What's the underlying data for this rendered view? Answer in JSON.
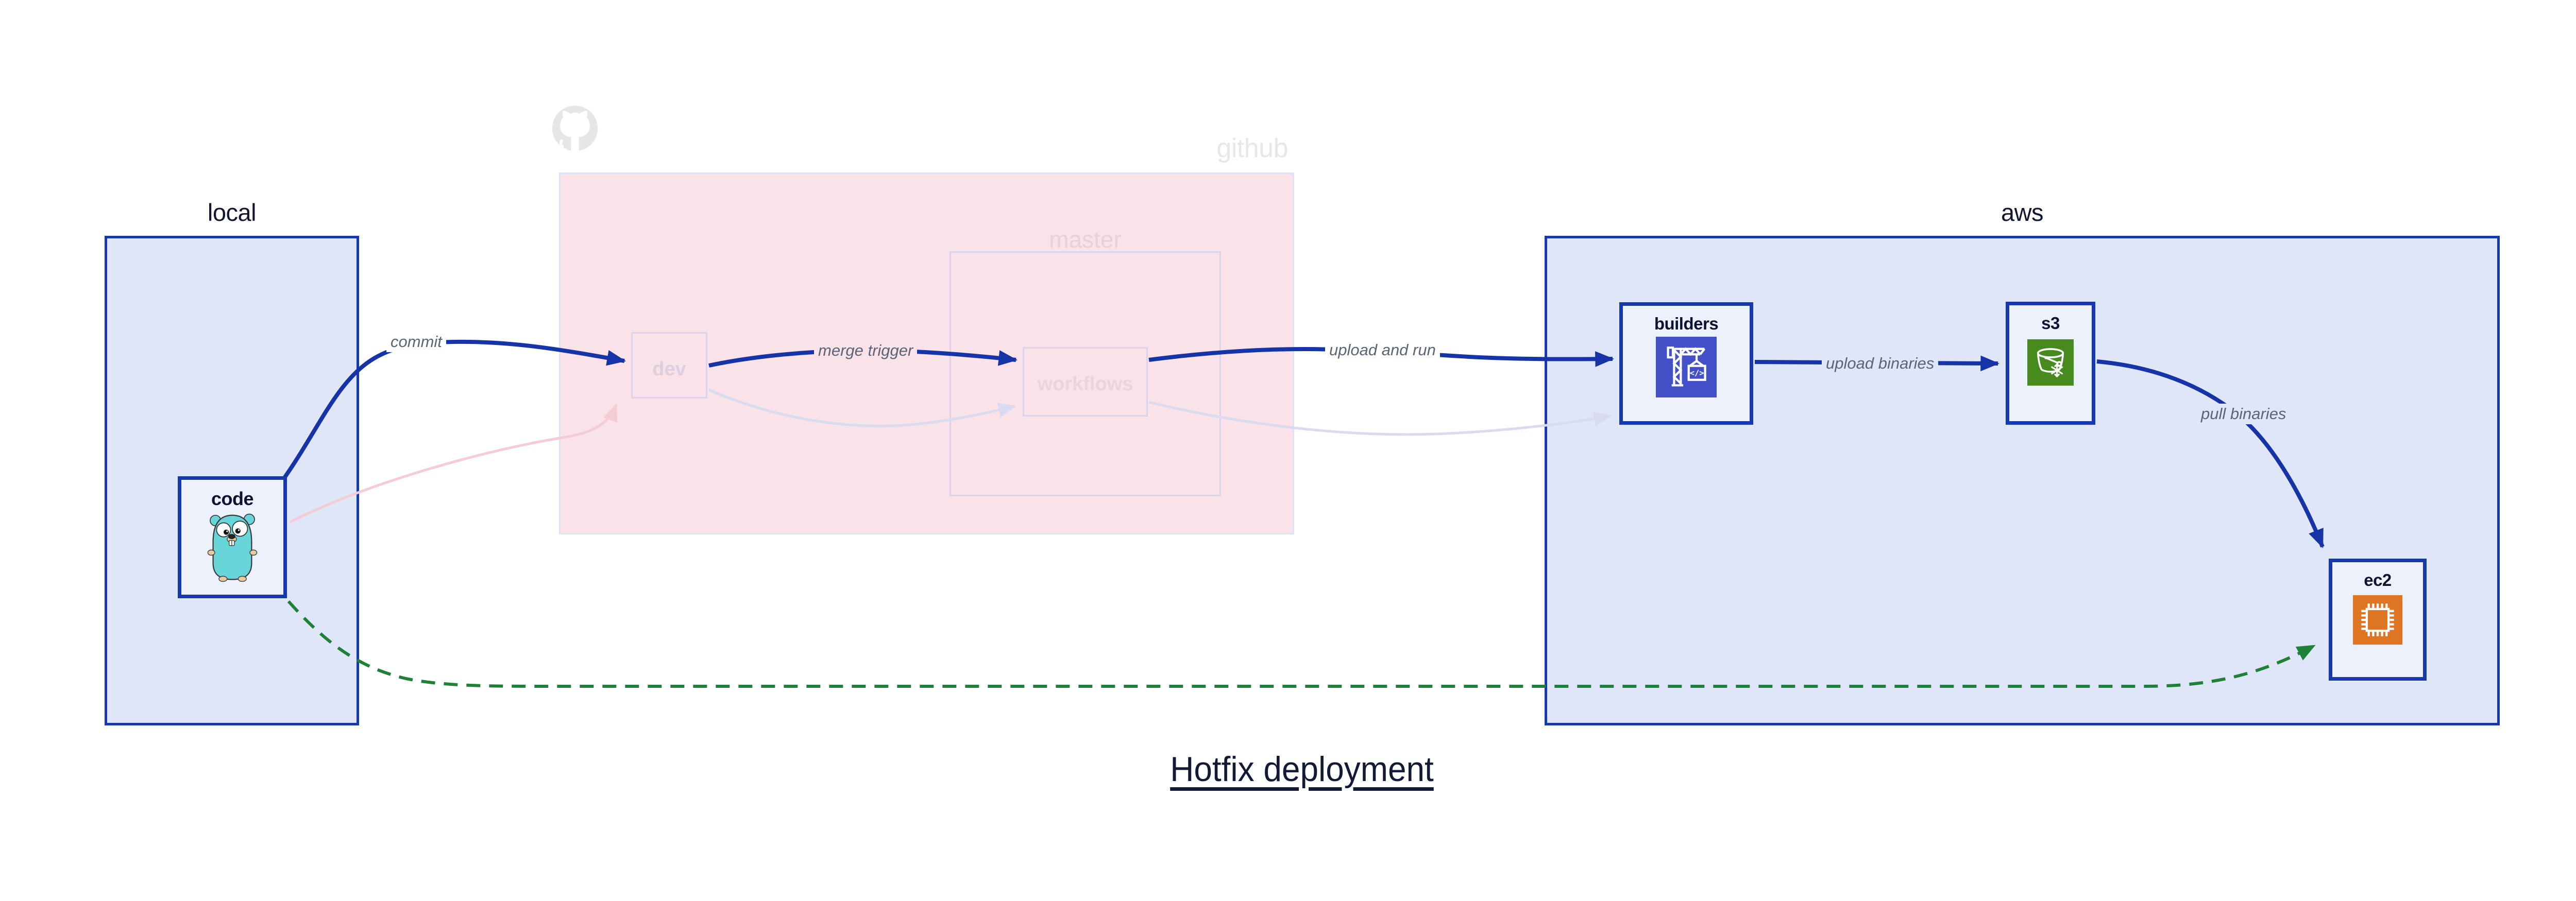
{
  "diagram_title": "Hotfix deployment",
  "containers": {
    "local": {
      "label": "local"
    },
    "github": {
      "label": "github"
    },
    "master": {
      "label": "master"
    },
    "aws": {
      "label": "aws"
    }
  },
  "nodes": {
    "code": {
      "label": "code",
      "icon": "go-gopher"
    },
    "dev": {
      "label": "dev"
    },
    "workflows": {
      "label": "workflows"
    },
    "builders": {
      "label": "builders",
      "icon": "aws-codebuild-crane"
    },
    "s3": {
      "label": "s3",
      "icon": "aws-s3-glacier-bucket"
    },
    "ec2": {
      "label": "ec2",
      "icon": "aws-ec2-chip"
    }
  },
  "edges": [
    {
      "id": "commit",
      "label": "commit",
      "from": "code",
      "to": "dev",
      "style": "solid-blue"
    },
    {
      "id": "merge-trigger",
      "label": "merge trigger",
      "from": "dev",
      "to": "workflows",
      "style": "solid-blue"
    },
    {
      "id": "upload-and-run",
      "label": "upload and run",
      "from": "workflows",
      "to": "builders",
      "style": "solid-blue"
    },
    {
      "id": "upload-binaries",
      "label": "upload binaries",
      "from": "builders",
      "to": "s3",
      "style": "solid-blue"
    },
    {
      "id": "pull-binaries",
      "label": "pull binaries",
      "from": "s3",
      "to": "ec2",
      "style": "solid-blue"
    },
    {
      "id": "hotfix-dashed",
      "label": "",
      "from": "code",
      "to": "ec2",
      "style": "dashed-green"
    },
    {
      "id": "code-dev-faded",
      "label": "",
      "from": "code",
      "to": "dev",
      "style": "faded-pink"
    },
    {
      "id": "dev-workflows-faded",
      "label": "",
      "from": "dev",
      "to": "workflows",
      "style": "faded-lavender"
    },
    {
      "id": "workflows-builders-faded",
      "label": "",
      "from": "workflows",
      "to": "builders",
      "style": "faded-lavender"
    }
  ],
  "colors": {
    "container_border": "#1739ae",
    "container_fill": "#dfe6f8",
    "node_fill": "#edf1fc",
    "github_fill": "#f9e2e8",
    "faded_border": "#d9d4ec",
    "faded_text": "#e4d2da",
    "edge_blue": "#1634a8",
    "edge_green": "#1f8038",
    "edge_faded_pink": "#f5cbd6",
    "edge_faded_lavender": "#d9dcf1",
    "edge_label_gray": "#5a6478",
    "title_navy": "#141a35",
    "codebuild_icon_bg": "#4450c8",
    "s3_icon_bg": "#478b1e",
    "ec2_icon_bg": "#de7523",
    "gopher_teal": "#68d5d9",
    "github_logo_gray": "#e6e6e6"
  }
}
